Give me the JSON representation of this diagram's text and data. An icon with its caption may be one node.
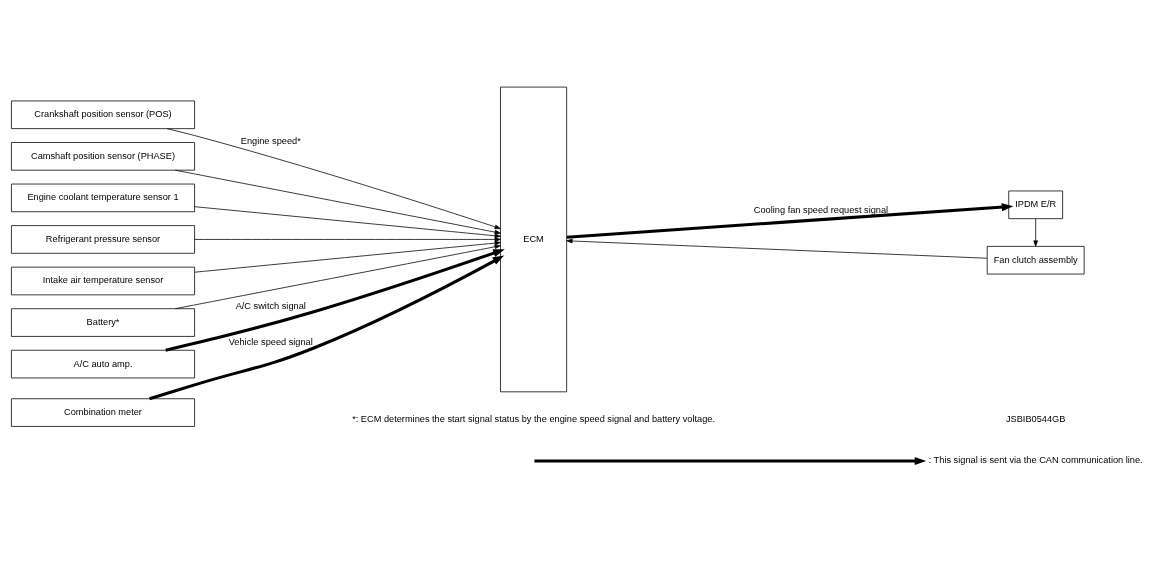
{
  "diagram": {
    "nodes": [
      {
        "text": [
          "Crankshaft position sensor (POS)"
        ]
      },
      {
        "text": [
          "Camshaft position sensor (PHASE)"
        ]
      },
      {
        "text": [
          "Engine coolant temperature sensor 1"
        ]
      },
      {
        "text": [
          "Refrigerant pressure sensor"
        ]
      },
      {
        "text": [
          "Intake air temperature sensor"
        ]
      },
      {
        "text": [
          "Battery*"
        ]
      },
      {
        "text": [
          "A/C auto amp."
        ]
      },
      {
        "text": [
          "Combination meter"
        ]
      },
      {
        "text": [
          "ECM"
        ]
      },
      {
        "text": [
          "IPDM E/R"
        ]
      },
      {
        "text": [
          "Fan clutch assembly"
        ]
      }
    ],
    "edges": [
      {
        "from": 0,
        "to": 8,
        "arrow": "to",
        "label": "Engine speed*"
      },
      {
        "from": 1,
        "to": 8,
        "arrow": "to"
      },
      {
        "from": 2,
        "to": 8,
        "arrow": "to"
      },
      {
        "from": 3,
        "to": 8,
        "arrow": "to"
      },
      {
        "from": 4,
        "to": 8,
        "arrow": "to"
      },
      {
        "from": 5,
        "to": 8,
        "arrow": "to"
      },
      {
        "from": 6,
        "to": 8,
        "arrow": "to",
        "label": "A/C switch signal",
        "style": "thick"
      },
      {
        "from": 7,
        "to": 8,
        "arrow": "to",
        "label": "Vehicle speed signal",
        "style": "thick"
      },
      {
        "from": 8,
        "to": 9,
        "arrow": "to",
        "label": "Cooling fan speed request signal",
        "style": "thick"
      },
      {
        "from": 9,
        "to": 10,
        "arrow": "to"
      },
      {
        "from": 10,
        "to": 8,
        "arrow": "to"
      }
    ],
    "labels": [
      "*: ECM determines the start signal status by the engine speed signal and battery voltage.",
      "JSBIB0544GB"
    ],
    "legend": [
      {
        "text": ": This signal is sent via the CAN communication line."
      }
    ]
  }
}
